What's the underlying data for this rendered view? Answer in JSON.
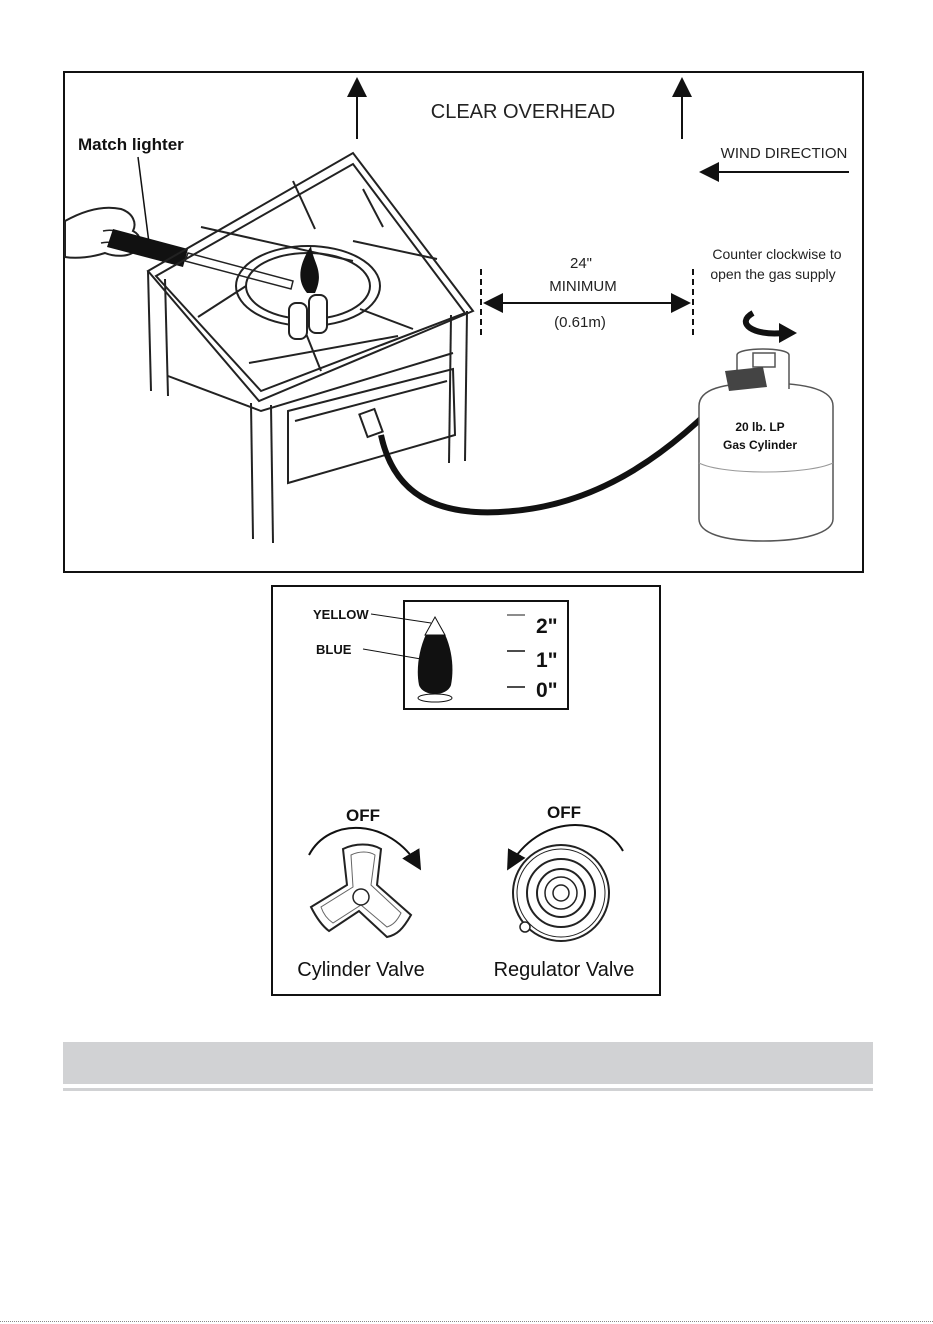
{
  "setup_diagram": {
    "clear_overhead": "CLEAR OVERHEAD",
    "match_lighter": "Match lighter",
    "wind_direction": "WIND DIRECTION",
    "distance_value": "24\"",
    "distance_label": "MINIMUM",
    "distance_metric": "(0.61m)",
    "counter_clockwise_line1": "Counter clockwise to",
    "counter_clockwise_line2": "open the gas supply",
    "cylinder_line1": "20 lb. LP",
    "cylinder_line2": "Gas Cylinder"
  },
  "flame_diagram": {
    "yellow_label": "YELLOW",
    "blue_label": "BLUE",
    "scale": [
      "2\"",
      "1\"",
      "0\""
    ]
  },
  "valves": {
    "cylinder_off": "OFF",
    "cylinder_label": "Cylinder Valve",
    "regulator_off": "OFF",
    "regulator_label": "Regulator Valve"
  }
}
